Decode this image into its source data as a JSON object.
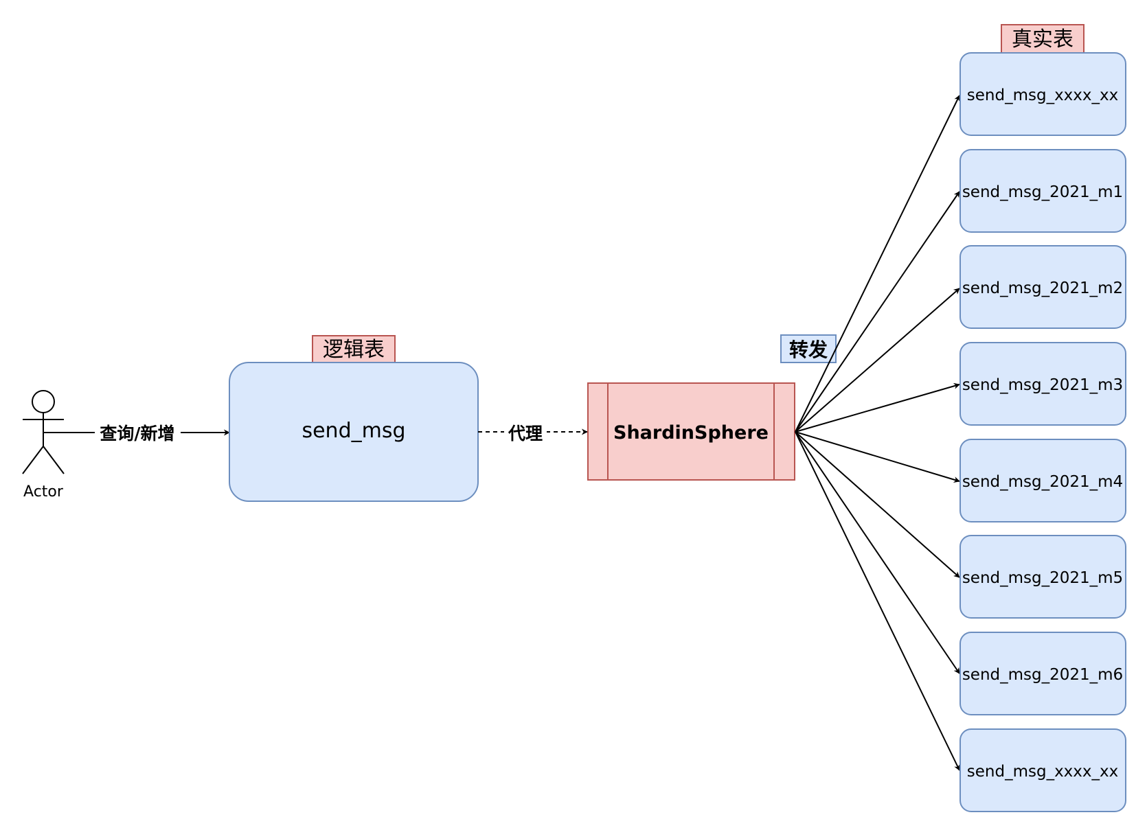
{
  "actor": {
    "label": "Actor"
  },
  "logical_table": {
    "caption": "逻辑表",
    "name": "send_msg"
  },
  "proxy": {
    "name": "ShardinSphere"
  },
  "real_tables": {
    "caption": "真实表",
    "items": [
      "send_msg_xxxx_xx",
      "send_msg_2021_m1",
      "send_msg_2021_m2",
      "send_msg_2021_m3",
      "send_msg_2021_m4",
      "send_msg_2021_m5",
      "send_msg_2021_m6",
      "send_msg_xxxx_xx"
    ]
  },
  "edges": {
    "query_insert": "查询/新增",
    "proxy": "代理",
    "forward": "转发"
  },
  "colors": {
    "blue_fill": "#DAE8FC",
    "blue_stroke": "#6C8EBF",
    "red_fill": "#F8CECC",
    "red_stroke": "#B85450",
    "query_label": "#0022FF",
    "proxy_label": "#FF2A1A"
  }
}
